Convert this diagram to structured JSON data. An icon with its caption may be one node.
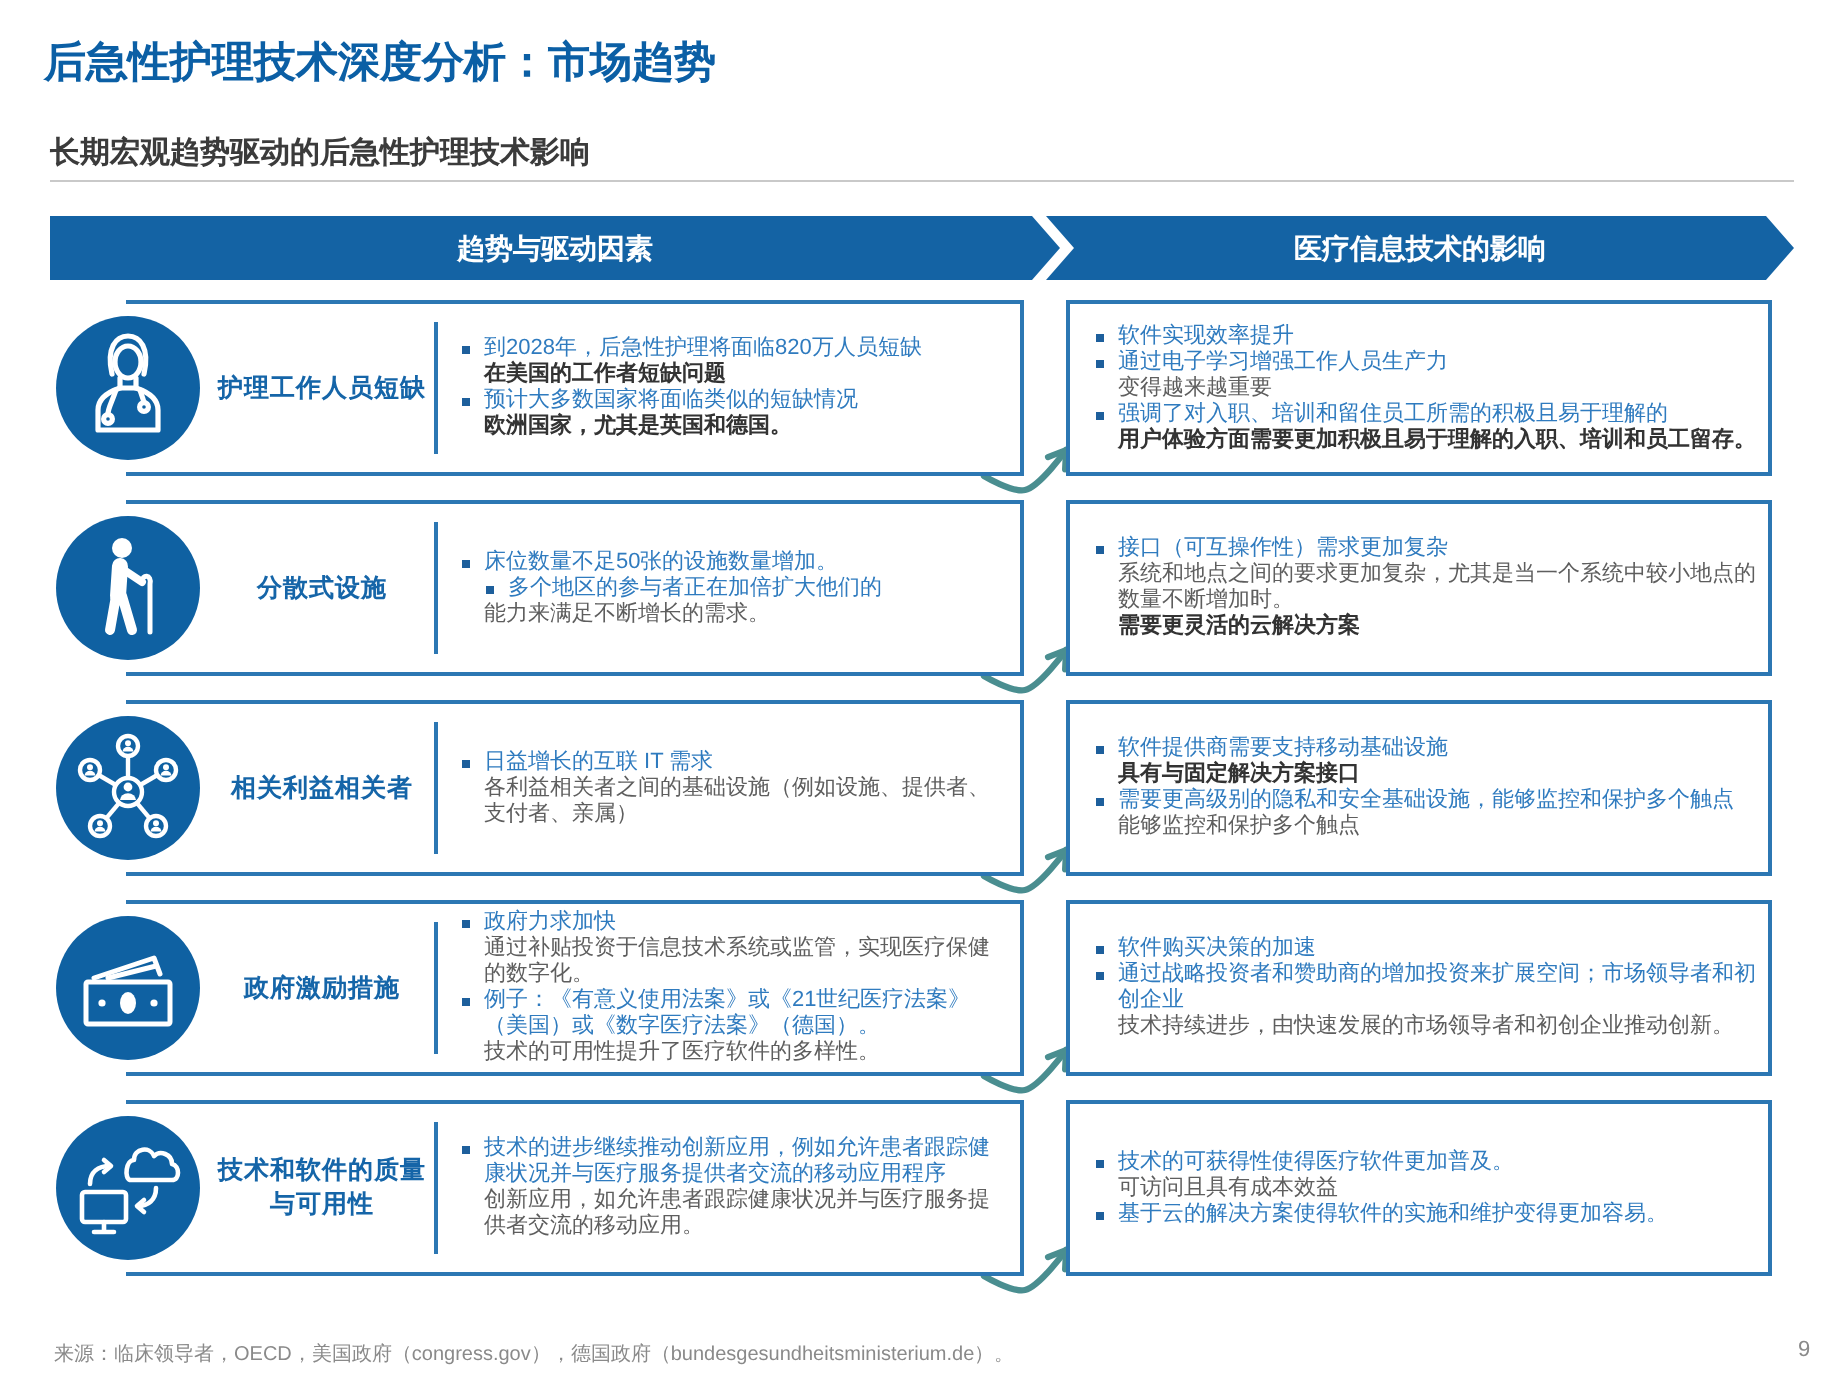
{
  "diagram": {
    "title": "后急性护理技术深度分析：市场趋势",
    "nodes": [
      {
        "text": [
          "趋势与驱动因素"
        ]
      },
      {
        "text": [
          "医疗信息技术的影响"
        ]
      },
      {
        "text": [
          "护理工作人员短缺",
          "到2028年，后急性护理将面临820万人员短缺",
          "在美国的工作者短缺问题",
          "预计大多数国家将面临类似的短缺情况",
          "欧洲国家，尤其是英国和德国。"
        ]
      },
      {
        "text": [
          "软件实现效率提升",
          "通过电子学习增强工作人员生产力",
          "变得越来越重要",
          "强调了对入职、培训和留住员工所需的积极且易于理解的",
          "用户体验方面需要更加积极且易于理解的入职、培训和员工留存。"
        ]
      },
      {
        "text": [
          "分散式设施",
          "床位数量不足50张的设施数量增加。",
          "多个地区的参与者正在加倍扩大他们的",
          "能力来满足不断增长的需求。"
        ]
      },
      {
        "text": [
          "接口（可互操作性）需求更加复杂",
          "系统和地点之间的要求更加复杂，尤其是当一个系统中较小地点的数量不断增加时。",
          "需要更灵活的云解决方案"
        ]
      },
      {
        "text": [
          "相关利益相关者",
          "日益增长的互联 IT 需求",
          "各利益相关者之间的基础设施（例如设施、提供者、支付者、亲属）"
        ]
      },
      {
        "text": [
          "软件提供商需要支持移动基础设施",
          "具有与固定解决方案接口",
          "需要更高级别的隐私和安全基础设施，能够监控和保护多个触点",
          "能够监控和保护多个触点"
        ]
      },
      {
        "text": [
          "政府激励措施",
          "政府力求加快",
          "通过补贴投资于信息技术系统或监管，实现医疗保健的数字化。",
          "例子：《有意义使用法案》或《21世纪医疗法案》（美国）或《数字医疗法案》（德国）。",
          "技术的可用性提升了医疗软件的多样性。"
        ]
      },
      {
        "text": [
          "软件购买决策的加速",
          "通过战略投资者和赞助商的增加投资来扩展空间；市场领导者和初创企业",
          "技术持续进步，由快速发展的市场领导者和初创企业推动创新。"
        ]
      },
      {
        "text": [
          "技术和软件的质量与可用性",
          "技术的进步继续推动创新应用，例如允许患者跟踪健康状况并与医疗服务提供者交流的移动应用程序",
          "创新应用，如允许患者跟踪健康状况并与医疗服务提供者交流的移动应用。"
        ]
      },
      {
        "text": [
          "技术的可获得性使得医疗软件更加普及。",
          "可访问且具有成本效益",
          "基于云的解决方案使得软件的实施和维护变得更加容易。"
        ]
      }
    ],
    "edges": [
      {
        "from": 2,
        "to": 3,
        "arrow": "to"
      },
      {
        "from": 4,
        "to": 5,
        "arrow": "to"
      },
      {
        "from": 6,
        "to": 7,
        "arrow": "to"
      },
      {
        "from": 8,
        "to": 9,
        "arrow": "to"
      },
      {
        "from": 10,
        "to": 11,
        "arrow": "to"
      }
    ],
    "labels": [
      "长期宏观趋势驱动的后急性护理技术影响",
      "来源：临床领导者，OECD，美国政府（congress.gov），德国政府（bundesgesundheitsministerium.de）。",
      "9"
    ]
  }
}
